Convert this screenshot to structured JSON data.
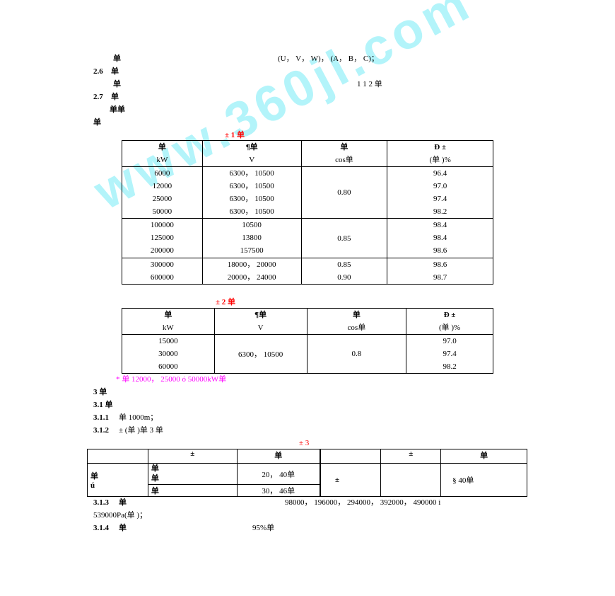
{
  "header_lines": {
    "l1_left": "单",
    "l1_right": "(U， V， W)， (A， B， C)；",
    "l2_num": "2.6",
    "l2_text": "单",
    "l3_left": "单",
    "l3_right": "1 1     2 单",
    "l4_num": "2.7",
    "l4_text": "单",
    "l5_text": "单单",
    "l6_text": "单"
  },
  "table1": {
    "caption": "± 1 单",
    "headers": [
      {
        "top": "单",
        "bottom": "kW"
      },
      {
        "top": "¶单",
        "bottom": "V"
      },
      {
        "top": "单",
        "bottom": "cos单"
      },
      {
        "top": "Ð    ±",
        "bottom": "(单     )%"
      }
    ],
    "groups": [
      {
        "powers": [
          "6000",
          "12000",
          "25000",
          "50000"
        ],
        "voltages": [
          "6300， 10500",
          "6300， 10500",
          "6300， 10500",
          "6300， 10500"
        ],
        "pf": "0.80",
        "eff": [
          "96.4",
          "97.0",
          "97.4",
          "98.2"
        ]
      },
      {
        "powers": [
          "100000",
          "125000",
          "200000"
        ],
        "voltages": [
          "10500",
          "13800",
          "157500"
        ],
        "pf": "0.85",
        "eff": [
          "98.4",
          "98.4",
          "98.6"
        ]
      },
      {
        "powers": [
          "300000",
          "600000"
        ],
        "voltages": [
          "18000， 20000",
          "20000， 24000"
        ],
        "pf_list": [
          "0.85",
          "0.90"
        ],
        "eff": [
          "98.6",
          "98.7"
        ]
      }
    ]
  },
  "table2": {
    "caption": "± 2 单",
    "headers": [
      {
        "top": "单",
        "bottom": "kW"
      },
      {
        "top": "¶单",
        "bottom": "V"
      },
      {
        "top": "单",
        "bottom": "cos单"
      },
      {
        "top": "Ð    ±",
        "bottom": "(单     )%"
      }
    ],
    "powers": [
      "15000",
      "30000",
      "60000"
    ],
    "voltage": "6300， 10500",
    "pf": "0.8",
    "eff": [
      "97.0",
      "97.4",
      "98.2"
    ]
  },
  "note": "*   单              12000， 25000 ó   50000kW单",
  "sections": {
    "s3": "3 单",
    "s31": "3.1 单",
    "s311_num": "3.1.1",
    "s311_text": "单          1000m；",
    "s312_num": "3.1.2",
    "s312_text": "±        (单       )单                     3 单"
  },
  "table3": {
    "caption": "± 3",
    "head": [
      "±",
      "单",
      "±",
      "单"
    ],
    "left_label": "单\n   ú",
    "rows": [
      {
        "a": "单\n单",
        "b": "20， 40单"
      },
      {
        "a": "单",
        "b": "30， 46单"
      }
    ],
    "right_label": "±",
    "right_value": "§         40单"
  },
  "tail": {
    "s313_num": "3.1.3",
    "s313_text": "单",
    "s313_values": "98000， 196000， 294000， 392000， 490000 ì",
    "s313_line2": "539000Pa(单    )；",
    "s314_num": "3.1.4",
    "s314_text": "单",
    "s314_value": "95%单"
  },
  "watermark": "www.360jl.com"
}
